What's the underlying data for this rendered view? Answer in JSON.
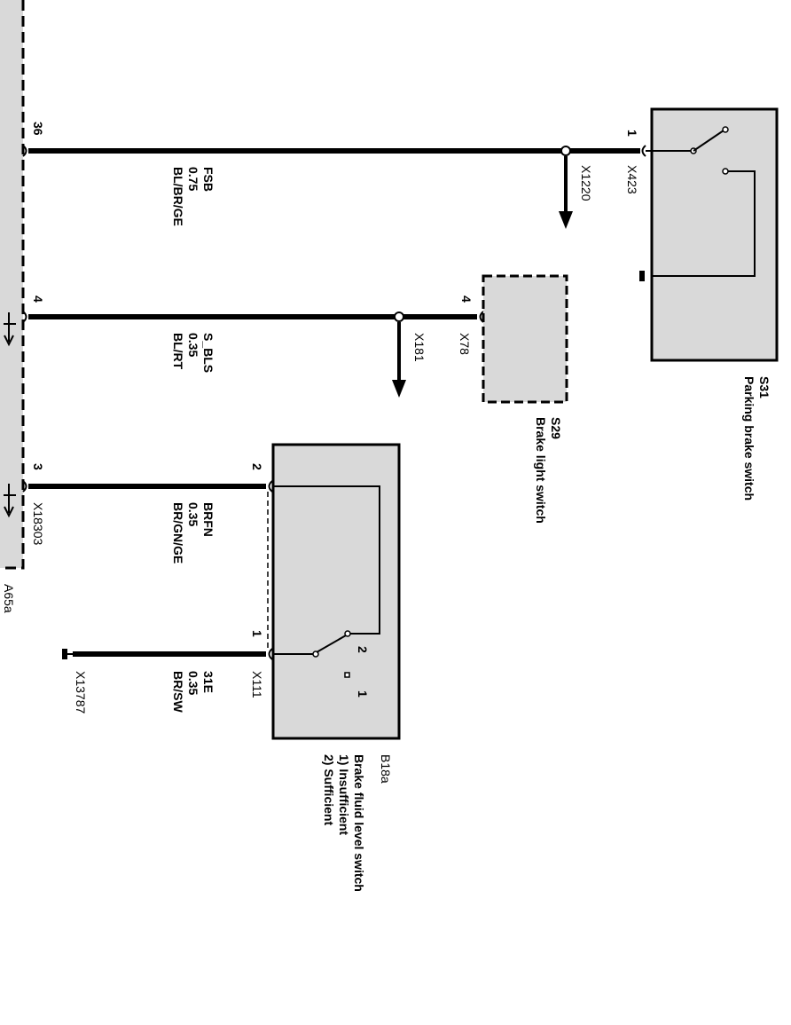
{
  "module": {
    "id": "A65a",
    "pins": [
      "36",
      "4",
      "3"
    ],
    "connector": "X18303"
  },
  "wires": [
    {
      "name": "FSB",
      "size": "0.75",
      "color": "BL/BR/GE",
      "branch": "X1220",
      "connector": "X423",
      "pin": "1"
    },
    {
      "name": "S_BLS",
      "size": "0.35",
      "color": "BL/RT",
      "branch": "X181",
      "connector": "X78",
      "pin": "4"
    },
    {
      "name": "BRFN",
      "size": "0.35",
      "color": "BR/GN/GE",
      "pin": "2"
    },
    {
      "name": "31E",
      "size": "0.35",
      "color": "BR/SW",
      "connector": "X111",
      "pin": "1",
      "ground": "X13787"
    }
  ],
  "components": {
    "parking_brake": {
      "id": "S31",
      "label": "Parking brake switch"
    },
    "brake_light": {
      "id": "S29",
      "label": "Brake light switch"
    },
    "fluid_level": {
      "id": "B18a",
      "label": "Brake fluid level switch",
      "note1": "1) Insufficient",
      "note2": "2) Sufficient",
      "pos1": "1",
      "pos2": "2"
    }
  }
}
